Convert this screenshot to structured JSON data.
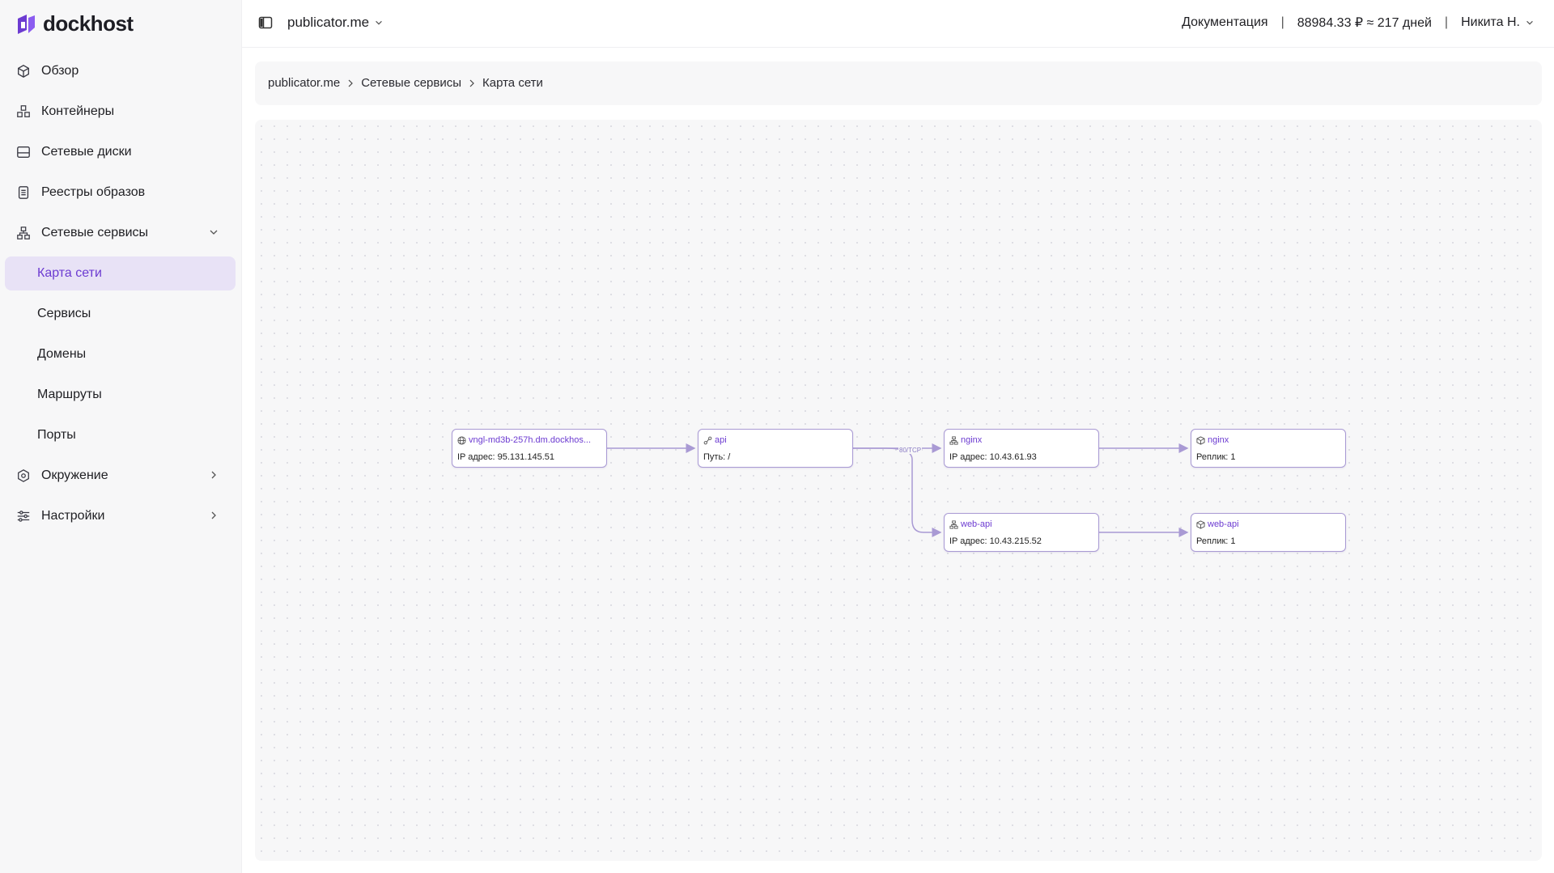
{
  "app": {
    "logo_text": "dockhost",
    "brand_color": "#6c3bd1"
  },
  "header": {
    "project": "publicator.me",
    "docs_link": "Документация",
    "separator": "|",
    "balance": "88984.33 ₽ ≈ 217 дней",
    "user": "Никита Н."
  },
  "sidebar": {
    "items": [
      {
        "label": "Обзор",
        "icon": "cube-icon"
      },
      {
        "label": "Контейнеры",
        "icon": "containers-icon"
      },
      {
        "label": "Сетевые диски",
        "icon": "disk-icon"
      },
      {
        "label": "Реестры образов",
        "icon": "registry-icon"
      },
      {
        "label": "Сетевые сервисы",
        "icon": "network-icon",
        "expanded": true
      },
      {
        "label": "Карта сети",
        "active": true
      },
      {
        "label": "Сервисы"
      },
      {
        "label": "Домены"
      },
      {
        "label": "Маршруты"
      },
      {
        "label": "Порты"
      },
      {
        "label": "Окружение",
        "icon": "environment-icon"
      },
      {
        "label": "Настройки",
        "icon": "settings-icon"
      }
    ]
  },
  "breadcrumb": [
    "publicator.me",
    "Сетевые сервисы",
    "Карта сети"
  ],
  "network_map": {
    "edge_label": "80/TCP",
    "nodes": [
      {
        "id": "domain",
        "icon": "globe-icon",
        "title": "vngl-md3b-257h.dm.dockhos...",
        "sub": "IP адрес: 95.131.145.51"
      },
      {
        "id": "route",
        "icon": "route-icon",
        "title": "api",
        "sub": "Путь: /"
      },
      {
        "id": "svc-nginx",
        "icon": "service-icon",
        "title": "nginx",
        "sub": "IP адрес: 10.43.61.93"
      },
      {
        "id": "ct-nginx",
        "icon": "container-icon",
        "title": "nginx",
        "sub": "Реплик: 1"
      },
      {
        "id": "svc-webapi",
        "icon": "service-icon",
        "title": "web-api",
        "sub": "IP адрес: 10.43.215.52"
      },
      {
        "id": "ct-webapi",
        "icon": "container-icon",
        "title": "web-api",
        "sub": "Реплик: 1"
      }
    ]
  }
}
